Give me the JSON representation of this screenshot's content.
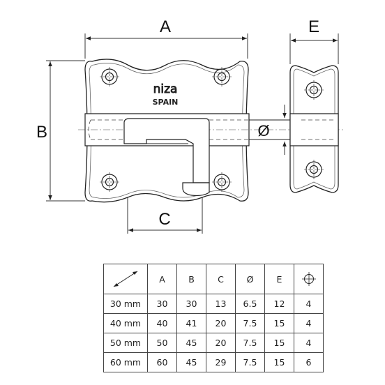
{
  "brand": {
    "name": "niza",
    "country": "SPAIN"
  },
  "dimension_labels": {
    "A": "A",
    "B": "B",
    "C": "C",
    "diameter": "Ø",
    "E": "E"
  },
  "table": {
    "headers": [
      "A",
      "B",
      "C",
      "Ø",
      "E"
    ],
    "rows": [
      {
        "size": "30 mm",
        "values": [
          "30",
          "30",
          "13",
          "6.5",
          "12",
          "4"
        ]
      },
      {
        "size": "40 mm",
        "values": [
          "40",
          "41",
          "20",
          "7.5",
          "15",
          "4"
        ]
      },
      {
        "size": "50 mm",
        "values": [
          "50",
          "45",
          "20",
          "7.5",
          "15",
          "4"
        ]
      },
      {
        "size": "60 mm",
        "values": [
          "60",
          "45",
          "29",
          "7.5",
          "15",
          "6"
        ]
      }
    ]
  }
}
